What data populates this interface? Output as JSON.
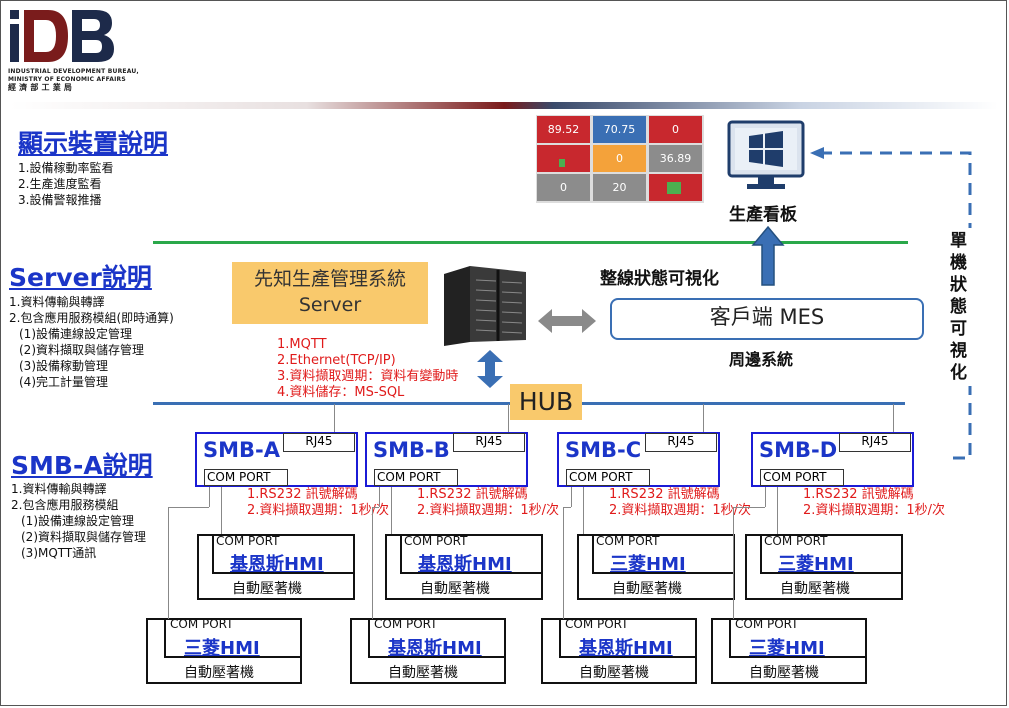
{
  "logo": {
    "mark": "iDB",
    "line1": "INDUSTRIAL DEVELOPMENT BUREAU,",
    "line2": "MINISTRY OF ECONOMIC AFFAIRS",
    "line3": "經 濟 部 工 業 局"
  },
  "display": {
    "title": "顯示裝置說明",
    "items": [
      "1.設備稼動率監看",
      "2.生產進度監看",
      "3.設備警報推播"
    ]
  },
  "server": {
    "title": "Server說明",
    "items": [
      "1.資料傳輸與轉譯",
      "2.包含應用服務模組(即時通算)",
      "(1)設備連線設定管理",
      "(2)資料擷取與儲存管理",
      "(3)設備稼動管理",
      "(4)完工計量管理"
    ]
  },
  "smb_desc": {
    "title": "SMB-A說明",
    "items": [
      "1.資料傳輸與轉譯",
      "2.包含應用服務模組",
      "(1)設備連線設定管理",
      "(2)資料擷取與儲存管理",
      "(3)MQTT通訊"
    ]
  },
  "dashboard": {
    "tiles": [
      "89.52",
      "70.75",
      "0",
      "",
      "0",
      "36.89",
      "0",
      "20",
      ""
    ],
    "colors": {
      "red": "#c8282e",
      "blue": "#3a6fb4",
      "orange": "#f4a23a",
      "gray": "#8c8c8c"
    },
    "label": "生產看板"
  },
  "server_box": {
    "line1": "先知生產管理系統",
    "line2": "Server"
  },
  "mes_box": "客戶端 MES",
  "label_line_status": "整線狀態可視化",
  "label_peripheral": "周邊系統",
  "label_single": "單機狀態可視化",
  "protocols": [
    "1.MQTT",
    "2.Ethernet(TCP/IP)",
    "3.資料擷取週期：資料有變動時",
    "4.資料儲存：MS-SQL"
  ],
  "hub": "HUB",
  "smb_units": [
    {
      "name": "SMB-A",
      "rj45": "RJ45",
      "com": "COM PORT",
      "note1": "1.RS232 訊號解碼",
      "note2": "2.資料擷取週期：1秒/次",
      "hmi_top": {
        "com": "COM PORT",
        "name": "基恩斯HMI",
        "machine": "自動壓著機"
      },
      "hmi_bottom": {
        "com": "COM PORT",
        "name": "三菱HMI",
        "machine": "自動壓著機"
      }
    },
    {
      "name": "SMB-B",
      "rj45": "RJ45",
      "com": "COM PORT",
      "note1": "1.RS232 訊號解碼",
      "note2": "2.資料擷取週期：1秒/次",
      "hmi_top": {
        "com": "COM PORT",
        "name": "基恩斯HMI",
        "machine": "自動壓著機"
      },
      "hmi_bottom": {
        "com": "COM PORT",
        "name": "基恩斯HMI",
        "machine": "自動壓著機"
      }
    },
    {
      "name": "SMB-C",
      "rj45": "RJ45",
      "com": "COM PORT",
      "note1": "1.RS232 訊號解碼",
      "note2": "2.資料擷取週期：1秒/次",
      "hmi_top": {
        "com": "COM PORT",
        "name": "三菱HMI",
        "machine": "自動壓著機"
      },
      "hmi_bottom": {
        "com": "COM PORT",
        "name": "基恩斯HMI",
        "machine": "自動壓著機"
      }
    },
    {
      "name": "SMB-D",
      "rj45": "RJ45",
      "com": "COM PORT",
      "note1": "1.RS232 訊號解碼",
      "note2": "2.資料擷取週期：1秒/次",
      "hmi_top": {
        "com": "COM PORT",
        "name": "三菱HMI",
        "machine": "自動壓著機"
      },
      "hmi_bottom": {
        "com": "COM PORT",
        "name": "三菱HMI",
        "machine": "自動壓著機"
      }
    }
  ]
}
